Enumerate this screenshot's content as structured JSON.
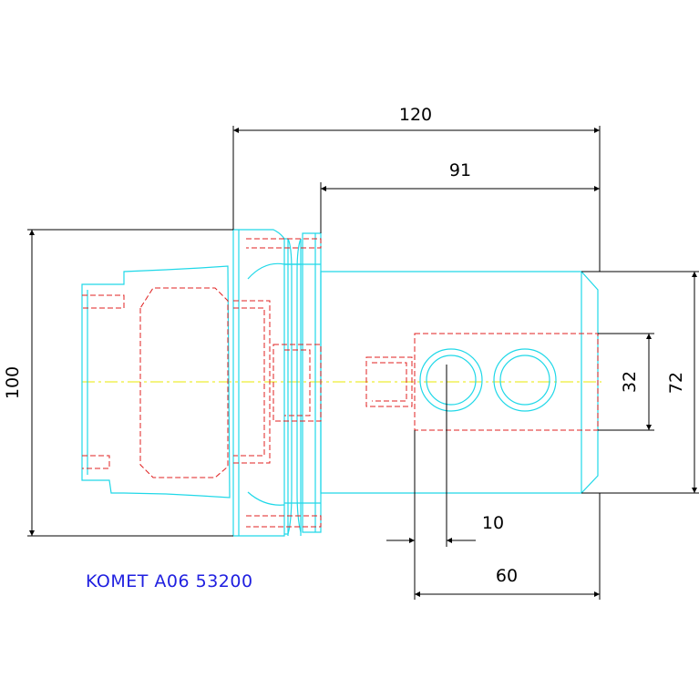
{
  "caption": "KOMET A06 53200",
  "dimensions": {
    "overall_length": "120",
    "body_length": "91",
    "flange_diameter": "100",
    "body_height": "72",
    "pocket_height": "32",
    "bore_offset": "10",
    "pocket_length": "60"
  },
  "colors": {
    "outline": "#20d8e8",
    "hidden": "#e02020",
    "centerline": "#e8e800",
    "dimension": "#000000",
    "caption": "#2020e0"
  }
}
